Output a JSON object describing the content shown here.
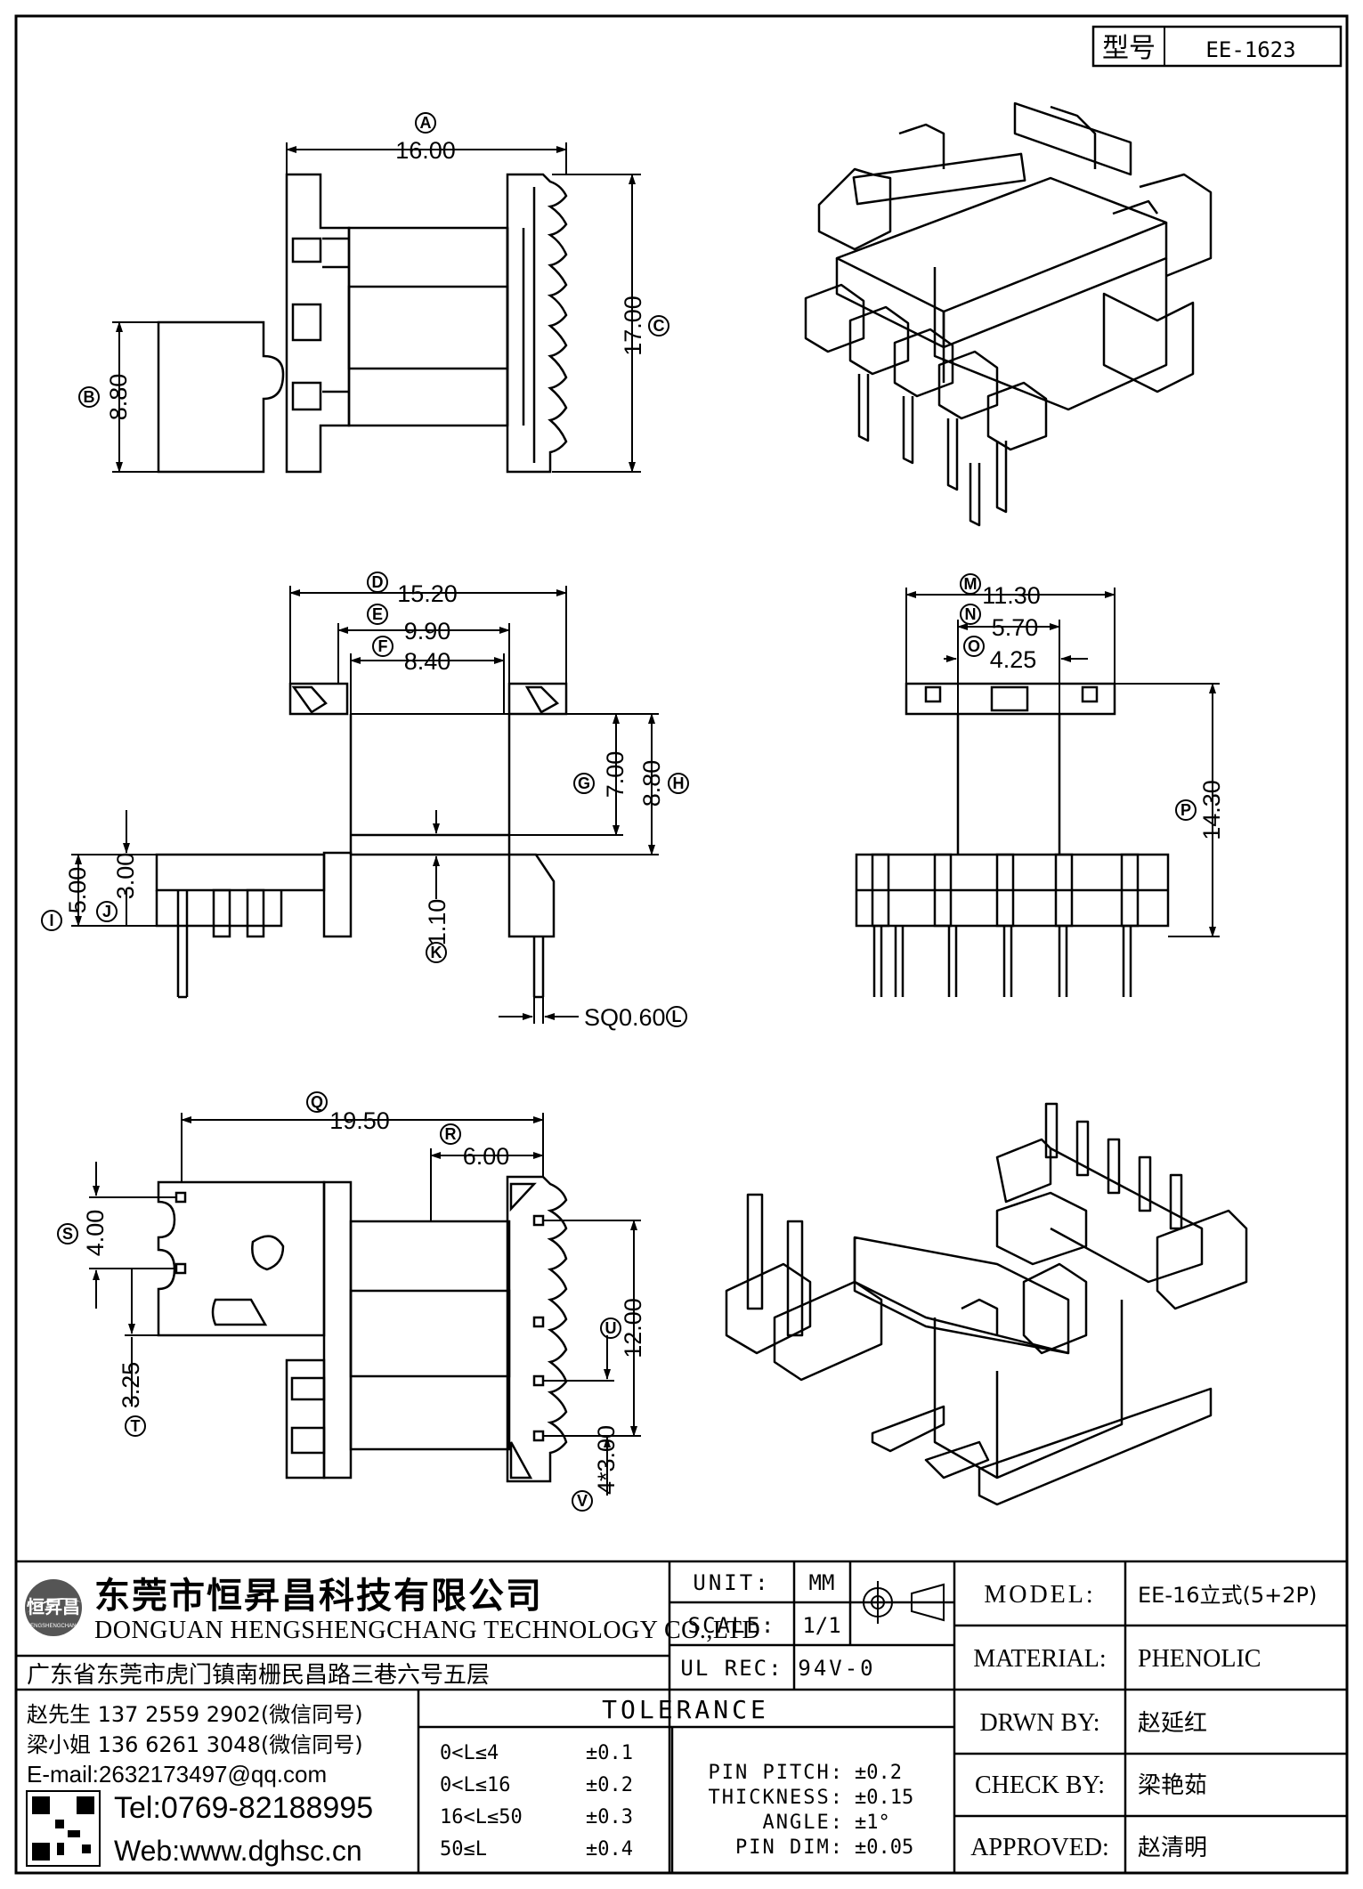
{
  "header": {
    "model_label": "型号",
    "model_no": "EE-1623"
  },
  "dimensions": {
    "A": "16.00",
    "B": "8.80",
    "C": "17.00",
    "D": "15.20",
    "E": "9.90",
    "F": "8.40",
    "G": "7.00",
    "H": "8.80",
    "I": "5.00",
    "J": "3.00",
    "K": "1.10",
    "L": "SQ0.60",
    "M": "11.30",
    "N": "5.70",
    "O": "4.25",
    "P": "14.30",
    "Q": "19.50",
    "R": "6.00",
    "S": "4.00",
    "T": "3.25",
    "U": "12.00",
    "V": "4*3.00"
  },
  "dim_letters": [
    "A",
    "B",
    "C",
    "D",
    "E",
    "F",
    "G",
    "H",
    "I",
    "J",
    "K",
    "L",
    "M",
    "N",
    "O",
    "P",
    "Q",
    "R",
    "S",
    "T",
    "U",
    "V"
  ],
  "company": {
    "logo_text": "恒昇昌",
    "logo_sub": "HENGSHENGCHANG",
    "name_cn": "东莞市恒昇昌科技有限公司",
    "name_en": "DONGUAN HENGSHENGCHANG TECHNOLOGY CO.,LTD",
    "address": "广东省东莞市虎门镇南栅民昌路三巷六号五层"
  },
  "contacts": {
    "line1": "赵先生 137 2559 2902(微信同号)",
    "line2": "梁小姐 136 6261 3048(微信同号)",
    "email": "E-mail:2632173497@qq.com",
    "tel": "Tel:0769-82188995",
    "web": "Web:www.dghsc.cn"
  },
  "spec": {
    "unit_label": "UNIT:",
    "unit_value": "MM",
    "scale_label": "SCALE:",
    "scale_value": "1/1",
    "ul_label": "UL REC:",
    "ul_value": "94V-0"
  },
  "tolerance": {
    "title": "TOLERANCE",
    "rows": [
      {
        "range": "0<L≤4",
        "value": "±0.1"
      },
      {
        "range": "0<L≤16",
        "value": "±0.2"
      },
      {
        "range": "16<L≤50",
        "value": "±0.3"
      },
      {
        "range": "50≤L",
        "value": "±0.4"
      }
    ],
    "extra": [
      {
        "label": "PIN PITCH:",
        "value": "±0.2"
      },
      {
        "label": "THICKNESS:",
        "value": "±0.15"
      },
      {
        "label": "ANGLE:",
        "value": "±1°"
      },
      {
        "label": "PIN DIM:",
        "value": "±0.05"
      }
    ]
  },
  "info": {
    "model_label": "MODEL:",
    "model_value": "EE-16立式(5+2P)",
    "material_label": "MATERIAL:",
    "material_value": "PHENOLIC",
    "drawn_label": "DRWN BY:",
    "drawn_value": "赵延红",
    "check_label": "CHECK BY:",
    "check_value": "梁艳茹",
    "approved_label": "APPROVED:",
    "approved_value": "赵清明"
  }
}
